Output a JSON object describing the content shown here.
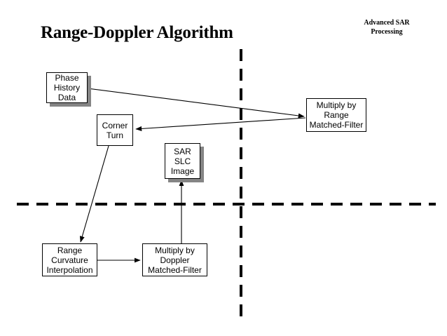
{
  "slide": {
    "title": "Range-Doppler Algorithm",
    "corner_note": {
      "line1": "Advanced SAR",
      "line2": "Processing"
    },
    "background_color": "#ffffff",
    "ink_color": "#000000",
    "shadow_color": "#858585"
  },
  "nodes": [
    {
      "id": "phase-history-data",
      "lines": [
        "Phase",
        "History",
        "Data"
      ],
      "shadow": true
    },
    {
      "id": "corner-turn",
      "lines": [
        "Corner",
        "Turn"
      ],
      "shadow": false
    },
    {
      "id": "range-matched-filter",
      "lines": [
        "Multiply by",
        "Range",
        "Matched-Filter"
      ],
      "shadow": false
    },
    {
      "id": "sar-slc-image",
      "lines": [
        "SAR",
        "SLC",
        "Image"
      ],
      "shadow": true
    },
    {
      "id": "range-curvature-interpolation",
      "lines": [
        "Range",
        "Curvature",
        "Interpolation"
      ],
      "shadow": false
    },
    {
      "id": "doppler-matched-filter",
      "lines": [
        "Multiply by",
        "Doppler",
        "Matched-Filter"
      ],
      "shadow": false
    }
  ],
  "connectors": [
    {
      "id": "phase-history-to-range-matched",
      "from": "phase-history-data",
      "to": "range-matched-filter"
    },
    {
      "id": "range-matched-to-corner-turn",
      "from": "range-matched-filter",
      "to": "corner-turn"
    },
    {
      "id": "corner-turn-to-range-curvature",
      "from": "corner-turn",
      "to": "range-curvature-interpolation"
    },
    {
      "id": "range-curvature-to-doppler-matched",
      "from": "range-curvature-interpolation",
      "to": "doppler-matched-filter"
    },
    {
      "id": "doppler-matched-to-sar-slc",
      "from": "doppler-matched-filter",
      "to": "sar-slc-image"
    }
  ],
  "dividers": [
    {
      "id": "horizontal-dashed-divider",
      "orientation": "horizontal"
    },
    {
      "id": "vertical-dashed-divider",
      "orientation": "vertical"
    }
  ]
}
